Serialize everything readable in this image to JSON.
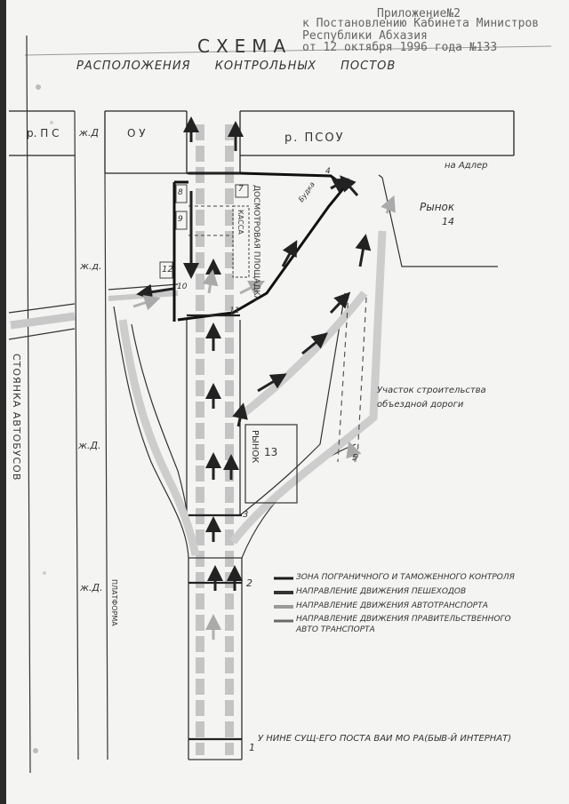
{
  "header": {
    "appendix_line1": "Приложение№2",
    "appendix_line2": "к Постановлению Кабинета Министров",
    "appendix_line3": "Республики Абхазия",
    "appendix_line4": "от 12 октября 1996 года №133"
  },
  "title": {
    "main": "СХЕМА",
    "sub": "РАСПОЛОЖЕНИЯ КОНТРОЛЬНЫХ ПОСТОВ"
  },
  "labels": {
    "p_ps": "р. П С",
    "zhd_top": "ж.Д",
    "ou": "О У",
    "p_psou": "р. ПСОУ",
    "to_adler": "на Адлер",
    "rynok14_a": "Рынок",
    "rynok14_b": "14",
    "zhd_mid": "ж.д.",
    "zhd_low": "ж.Д.",
    "zhd_bottom": "ж.Д.",
    "bus_stop": "СТОЯНКА АВТОБУСОВ",
    "inspection_area": "ДОСМОТРОВАЯ ПЛОЩАДКА",
    "kassa": "КАССА",
    "booth": "Будка",
    "construction_line1": "Участок строительства",
    "construction_line2": "объездной дороги",
    "rynok13_a": "РЫНОК",
    "rynok13_b": "13",
    "platform": "ПЛАТФОРМА",
    "bottom_note": "У НИНЕ СУЩ-ЕГО ПОСТА ВАИ МО РА(БЫВ-Й ИНТЕРНАТ)"
  },
  "markers": {
    "n1": "1",
    "n2": "2",
    "n3": "3",
    "n4": "4",
    "n5": "5",
    "n7": "7",
    "n8": "8",
    "n9": "9",
    "n10": "10",
    "n11": "11",
    "n12": "12"
  },
  "legend": {
    "items": [
      {
        "text": "ЗОНА ПОГРАНИЧНОГО И ТАМОЖЕННОГО КОНТРОЛЯ",
        "color": "#1a1a1a"
      },
      {
        "text": "НАПРАВЛЕНИЕ ДВИЖЕНИЯ ПЕШЕХОДОВ",
        "color": "#333333"
      },
      {
        "text": "НАПРАВЛЕНИЕ ДВИЖЕНИЯ АВТОТРАНСПОРТА",
        "color": "#9a9a9a"
      },
      {
        "text": "НАПРАВЛЕНИЕ ДВИЖЕНИЯ ПРАВИТЕЛЬСТВЕННОГО",
        "color": "#6a6a6a"
      },
      {
        "text": "АВТО ТРАНСПОРТА",
        "color": ""
      }
    ]
  },
  "colors": {
    "paper": "#f4f4f2",
    "ink": "#1a1a1a",
    "road_band": "#c8c8c8",
    "pedestrian": "#2a2a2a"
  }
}
